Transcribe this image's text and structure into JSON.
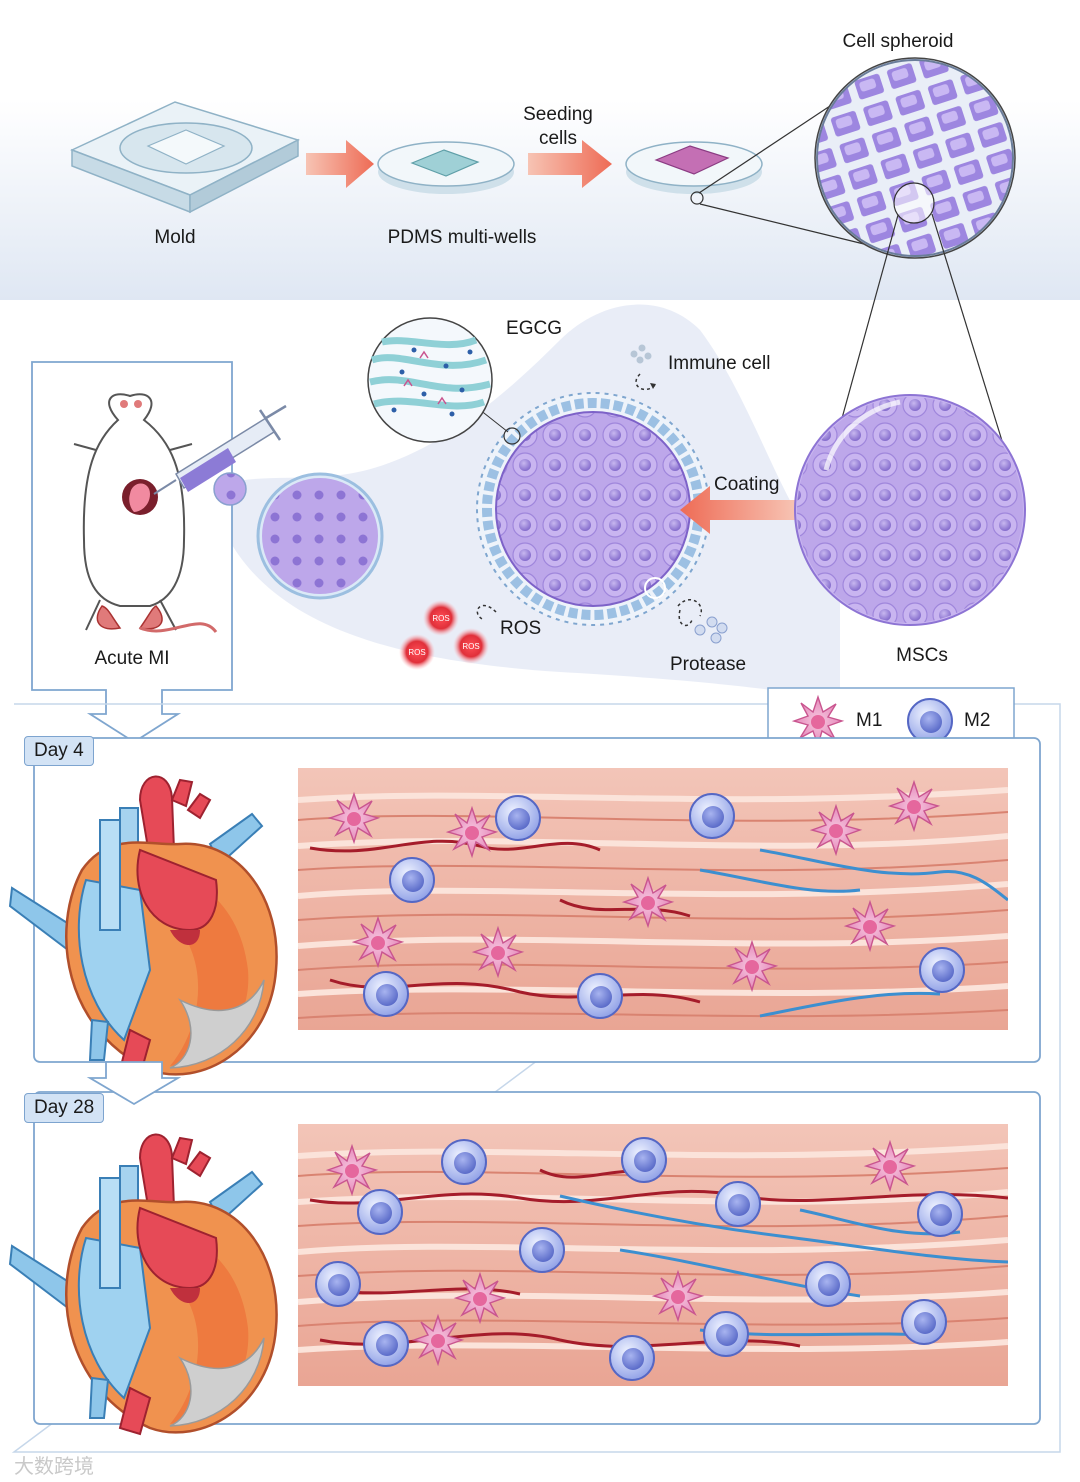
{
  "fabrication": {
    "mold_label": "Mold",
    "wells_label": "PDMS multi-wells",
    "seeding_label": "Seeding\ncells",
    "spheroid_label": "Cell spheroid"
  },
  "delivery": {
    "acute_mi_label": "Acute MI",
    "egcg_label": "EGCG",
    "immune_cell_label": "Immune cell",
    "coating_label": "Coating",
    "ros_label": "ROS",
    "ros_particle_text": "ROS",
    "protease_label": "Protease",
    "mscs_label": "MSCs"
  },
  "legend": {
    "m1_label": "M1",
    "m2_label": "M2",
    "m1_color": "#e67fb3",
    "m2_color": "#6f7fd6"
  },
  "day4": {
    "badge": "Day 4"
  },
  "day28": {
    "badge": "Day 28"
  },
  "watermark": "大数跨境"
}
